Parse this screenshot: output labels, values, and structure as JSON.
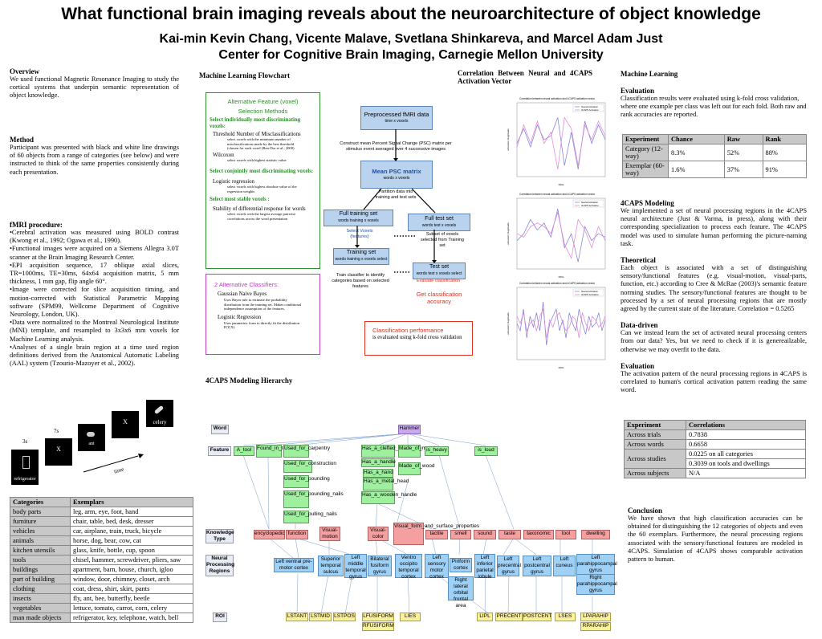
{
  "title": "What functional brain imaging reveals about the neuroarchitecture of object knowledge",
  "authors": "Kai-min Kevin Chang, Vicente Malave, Svetlana Shinkareva, and Marcel Adam Just",
  "affiliation": "Center for Cognitive Brain Imaging, Carnegie Mellon University",
  "overview": {
    "heading": "Overview",
    "text": "We used functional Magnetic Resonance Imaging to study the cortical systems that underpin semantic representation of object knowledge."
  },
  "method": {
    "heading": "Method",
    "text": "Participant was presented with black and white line drawings of 60 objects from a range of categories (see below) and were instructed to think of the same properties consistently during each presentation."
  },
  "fmri": {
    "heading": "fMRI procedure:",
    "items": [
      "•Cerebral activation was measured using BOLD contrast (Kwong et al., 1992; Ogawa et al., 1990).",
      "•Functional images were acquired on a Siemens Allegra 3.0T scanner at the Brain Imaging Research Center.",
      "•EPI acquisition sequence, 17 oblique axial slices, TR=1000ms, TE=30ms, 64x64 acquisition matrix, 5 mm thickness, 1 mm gap, flip angle 60°.",
      "•Image were corrected for slice acquisition timing, and motion-corrected with Statistical Parametric Mapping software (SPM99, Wellcome Department of Cognitive Neurology, London, UK).",
      "•Data were normalized to the Montreal Neurological Institute (MNI) template, and resampled to 3x3x6 mm voxels for Machine Learning analysis.",
      "•Analyses of a single brain region at a time used region definitions derived from the Anatomical Automatic Labeling (AAL) system (Tzourio-Mazoyer et al., 2002)."
    ]
  },
  "stimuli": {
    "t1": "3s",
    "t2": "7s",
    "time": "time",
    "frames": [
      "refrigerator",
      "X",
      "ant",
      "X",
      "celery"
    ]
  },
  "categories": {
    "headers": [
      "Categories",
      "Exemplars"
    ],
    "rows": [
      [
        "body parts",
        "leg, arm, eye, foot, hand"
      ],
      [
        "furniture",
        "chair, table, bed, desk, dresser"
      ],
      [
        "vehicles",
        "car, airplane, train, truck, bicycle"
      ],
      [
        "animals",
        "horse, dog, bear, cow, cat"
      ],
      [
        "kitchen utensils",
        "glass, knife, bottle, cup, spoon"
      ],
      [
        "tools",
        "chisel, hammer, screwdriver, pliers, saw"
      ],
      [
        "buildings",
        "apartment, barn, house, church, igloo"
      ],
      [
        "part of building",
        "window, door, chimney, closet, arch"
      ],
      [
        "clothing",
        "coat, dress, shirt, skirt, pants"
      ],
      [
        "insects",
        "fly, ant, bee, butterfly, beetle"
      ],
      [
        "vegetables",
        "lettuce, tomato, carrot, corn, celery"
      ],
      [
        "man made objects",
        "refrigerator, key, telephone, watch, bell"
      ]
    ]
  },
  "flowchart": {
    "heading": "Machine Learning Flowchart",
    "alt_title1": "Alternative Feature (voxel)",
    "alt_title2": "Selection Methods",
    "sel_individual": "Select individually most discriminating voxels:",
    "thresh": "Threshold Number of Misclassifications",
    "thresh_desc": "select voxels with the minimum number of misclassifications made by the best threshold (chosen for each voxel (Ben-Dor et al., 2000)",
    "wilcoxon": "Wilcoxon",
    "wilcoxon_desc": "select voxels with highest statistic value",
    "sel_joint": "Select conjointly most discriminating voxels:",
    "logreg": "Logistic regression",
    "logreg_desc": "select voxels with highest absolute value of the regression weights",
    "sel_stable": "Select most stable voxels :",
    "stability": "Stability of differential response for words",
    "stability_desc": "select voxels with the largest average pairwise correlations across the word presentation",
    "classifiers_title": "2 Alternative Classifiers:",
    "gnb": "Gaussian Naive Bayes",
    "gnb_desc": "Uses Bayes rule to estimate the probability distribution from the training set. Makes conditional independence assumption of the features.",
    "lr": "Logistic Regression",
    "lr_desc": "Uses parametric form to directly fit the distribution P(Y|X).",
    "preprocessed": "Preprocessed fMRI data",
    "preprocessed_sub": "time x voxels",
    "construct": "Construct mean Percent Signal Change (PSC) matrix per stimulus event averaged over 4 successive images",
    "mean_psc": "Mean PSC matrix",
    "mean_psc_sub": "words x voxels",
    "partition": "Partition data into training and test sets",
    "full_train": "Full training set",
    "full_train_sub": "words training x voxels",
    "full_test": "Full test set",
    "full_test_sub": "words test x voxels",
    "select_voxels": "Select Voxels (features)",
    "subset": "Subset of voxels selected from Training set",
    "train_set": "Training set",
    "train_set_sub": "words training x voxels select",
    "test_set": "Test set",
    "test_set_sub": "words test x voxels select",
    "train_classifier": "Train classifier to identify categories based on selected features",
    "evaluate": "Evaluate classification",
    "get_accuracy": "Get classification accuracy",
    "perf_title": "Classification performance",
    "perf_text": "is evaluated using k-fold cross validation"
  },
  "hierarchy": {
    "heading": "4CAPS Modeling Hierarchy",
    "rows": {
      "word": "Word",
      "feature": "Feature",
      "knowledge": "Knowledge Type",
      "neural": "Neural Processing Regions",
      "roi": "ROI"
    },
    "word_node": "Hammer",
    "features": [
      "A_tool",
      "Found_in_tool_boxes",
      "Used_for_carpentry",
      "Used_for_construction",
      "Used_for_pounding",
      "Used_for_pounding_nails",
      "Used_for_pulling_nails",
      "Has_a_clefted_head/claw",
      "Has_a_handle",
      "Has_a_hand",
      "Has_a_metal_head",
      "Has_a_wooden_handle",
      "Made_of_metal",
      "Made_of_wood",
      "is_heavy",
      "is_loud"
    ],
    "knowledge": [
      "encyclopedic",
      "function",
      "Visual-motion",
      "Visual-color",
      "Visual_form_and_surface_properties",
      "tactile",
      "smell",
      "sound",
      "taste",
      "taxonomic",
      "tool",
      "dwelling"
    ],
    "neural": [
      "Left ventral pre-motor cortex",
      "Superior temporal sulcus",
      "Left middle temporal gyrus",
      "Bilateral fusiform gyrus",
      "Ventro occipito temporal cortex",
      "Left sensory motor cortex",
      "Piriform cortex",
      "Right lateral orbital frontal area",
      "Left inferior parietal lobule",
      "Left precentral gyrus",
      "Left postcentral gyrus",
      "Left cuneus",
      "Left parahippocampal gyrus",
      "Right parahippocampal gyrus"
    ],
    "roi": [
      "LSTANT",
      "LSTMID",
      "LSTPOS",
      "LFUSIFORM",
      "RFUSIFORM",
      "LIES",
      "LIPL",
      "PRECENT",
      "POSTCENT",
      "LSES",
      "LPARAHIP",
      "RPARAHIP"
    ]
  },
  "correlation_heading": "Correlation Between Neural and 4CAPS Activation Vector",
  "mini_plot": {
    "title": "Correlation between neural activation and 4CAPS activation vector",
    "series": [
      "Neural Activation",
      "4CAPS Activation"
    ],
    "ylabel": "activation magnitude",
    "xlabel": "ROIs"
  },
  "ml": {
    "heading": "Machine Learning",
    "eval_heading": "Evaluation",
    "eval_text": "Classification results were evaluated using k-fold cross validation, where one example per class was left out for each fold.  Both raw and rank accuracies are reported.",
    "acc_headers": [
      "Experiment",
      "Chance",
      "Raw",
      "Rank"
    ],
    "acc_rows": [
      [
        "Category (12-way)",
        "8.3%",
        "52%",
        "88%"
      ],
      [
        "Exemplar (60-way)",
        "1.6%",
        "37%",
        "91%"
      ]
    ]
  },
  "modeling": {
    "heading": "4CAPS Modeling",
    "text": "We implemented a set of neural processing regions in the 4CAPS neural architecture (Just & Varma, in press), along with their corresponding specialization to process each feature. The 4CAPS model was used to simulate human performing the picture-naming task.",
    "theoretical_heading": "Theoretical",
    "theoretical_text": "Each object is associated with a set of distinguishing sensory/functional features (e.g. visual-motion, visual-parts, function, etc.) according to Cree & McRae (2003)'s semantic feature norming studies. The sensory/functional features are thought to be processed by a set of neural processing regions that are mostly agreed by the current state of the literature. Correlation = 0.5265",
    "data_driven_heading": "Data-driven",
    "data_driven_text": "Can we instead learn the set of activated neural processing centers from our data? Yes, but we need to check if it is genereailzable, otherwise we may overfit to the data.",
    "evaluation_heading": "Evaluation",
    "evaluation_text": "The activation pattern of the neural processing regions in 4CAPS is correlated to human's cortical activation pattern reading the same word."
  },
  "corr_table": {
    "headers": [
      "Experiment",
      "Correlations"
    ],
    "trials": [
      "Across trials",
      "0.7838"
    ],
    "words": [
      "Across words",
      "0.6658"
    ],
    "studies": [
      "Across studies",
      "0.0225 on all categories",
      "0.3039 on tools and dwellings"
    ],
    "subjects": [
      "Across subjects",
      "N/A"
    ]
  },
  "conclusion": {
    "heading": "Conclusion",
    "text": "We have shown that high classification accuracies can be obtained for distinguishing the 12 categories of objects and even the 60 exemplars.  Furthermore, the neural processing regions associated with the sensory/functional features are modeled in 4CAPS.   Simulation of 4CAPS shows comparable activation pattern to human."
  },
  "colors": {
    "green": "#2e8b2e",
    "magenta": "#c040c0",
    "red": "#e03020",
    "blue": "#2050a0"
  }
}
